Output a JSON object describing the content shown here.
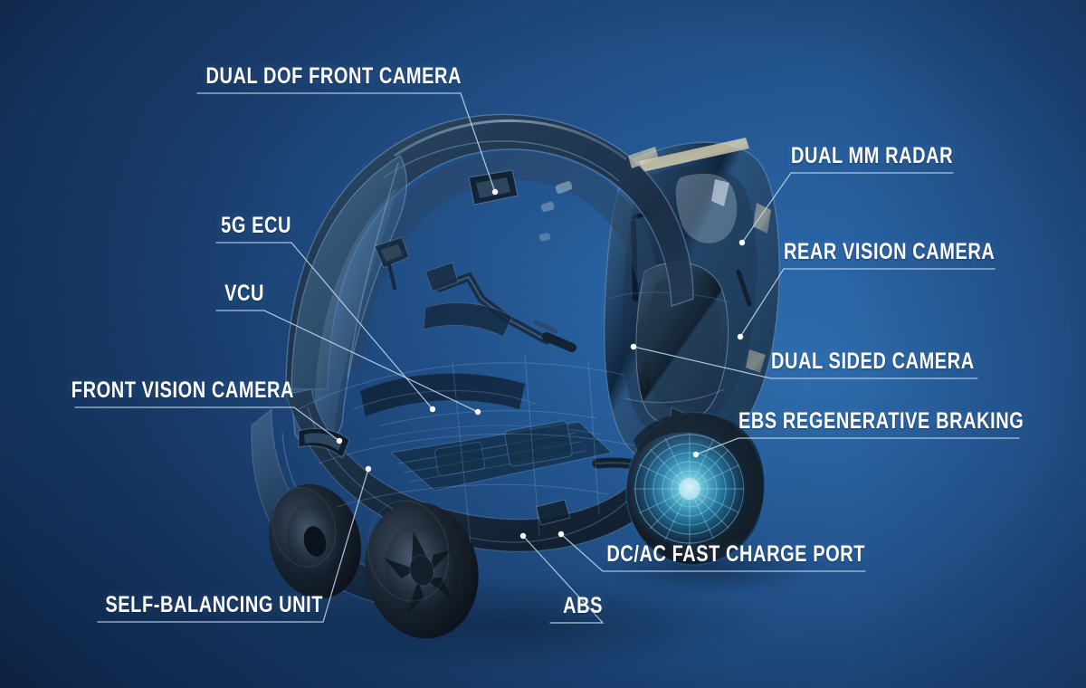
{
  "scene": {
    "title": "Smart Electric Three-Wheeler Technology Callout Diagram",
    "background": {
      "type": "blue-gradient",
      "colors": {
        "top_left": "#1f4a85",
        "top_right": "#24548f",
        "bottom_left": "#1c3d6d",
        "center_glow": "#2f70b0",
        "bottom_right": "#27619e"
      }
    },
    "subject": {
      "name": "enclosed-three-wheel-electric-scooter",
      "render_style": "translucent x-ray ghosted",
      "body_color": "#16293f",
      "glass_color": "#29415c",
      "accent_color": "#2fd8ff",
      "wheel_count": 3,
      "highlight": "rear-wheel-regen-glow"
    }
  },
  "labels": {
    "color": "#ffffff",
    "rule_color": "#b9d4ef",
    "dot_color": "#ffffff",
    "items": [
      {
        "id": "dual-dof-front-camera",
        "text": "DUAL DOF FRONT CAMERA",
        "side": "left"
      },
      {
        "id": "5g-ecu",
        "text": "5G ECU",
        "side": "left"
      },
      {
        "id": "vcu",
        "text": "VCU",
        "side": "left"
      },
      {
        "id": "front-vision-camera",
        "text": "FRONT VISION CAMERA",
        "side": "left"
      },
      {
        "id": "self-balancing-unit",
        "text": "SELF-BALANCING UNIT",
        "side": "left"
      },
      {
        "id": "abs",
        "text": "ABS",
        "side": "left"
      },
      {
        "id": "dc-ac-fast-charge-port",
        "text": "DC/AC FAST CHARGE PORT",
        "side": "left"
      },
      {
        "id": "dual-mm-radar",
        "text": "DUAL MM RADAR",
        "side": "right"
      },
      {
        "id": "rear-vision-camera",
        "text": "REAR VISION CAMERA",
        "side": "right"
      },
      {
        "id": "dual-sided-camera",
        "text": "DUAL SIDED CAMERA",
        "side": "right"
      },
      {
        "id": "ebs-regenerative-braking",
        "text": "EBS REGENERATIVE BRAKING",
        "side": "right"
      }
    ]
  }
}
